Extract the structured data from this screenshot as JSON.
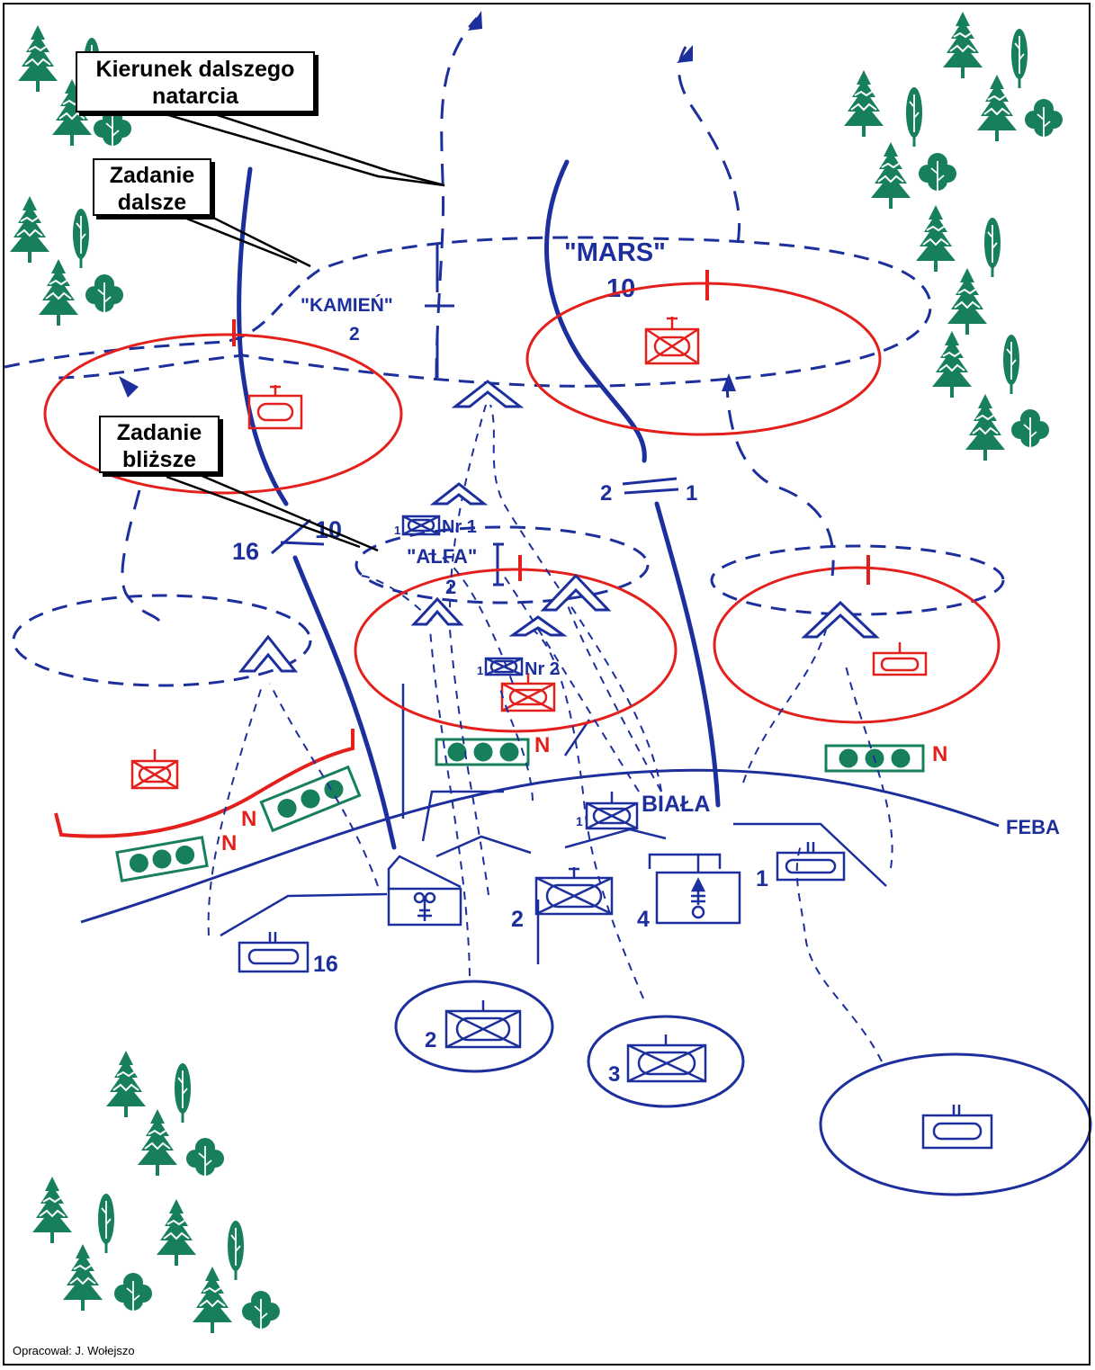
{
  "callouts": {
    "further_direction": "Kierunek dalszego natarcia",
    "further_task": "Zadanie dalsze",
    "immediate_task": "Zadanie bliższe"
  },
  "objectives": {
    "mars": "\"MARS\"",
    "mars_unit": "10",
    "kamien": "\"KAMIEŃ\"",
    "kamien_unit": "2",
    "alfa": "\"ALFA\"",
    "alfa_unit": "2"
  },
  "labels": {
    "feba": "FEBA",
    "biala": "BIAŁA",
    "nr1": "Nr 1",
    "nr2": "Nr 2",
    "boundary_left_a": "16",
    "boundary_left_b": "10",
    "boundary_right_a": "2",
    "boundary_right_b": "1",
    "unit_16": "16",
    "unit_2_front": "2",
    "unit_4": "4",
    "unit_1_right": "1",
    "unit_1_biala": "1",
    "unit_1_nr1": "1",
    "unit_1_nr2": "1",
    "reserve_2": "2",
    "reserve_3": "3",
    "obstacle_n": "N"
  },
  "credit": "Opracował: J. Wołejszo",
  "colors": {
    "friendly": "#1c2f9c",
    "enemy": "#e4201c",
    "obstacle": "#17805a",
    "forest": "#17805a"
  }
}
